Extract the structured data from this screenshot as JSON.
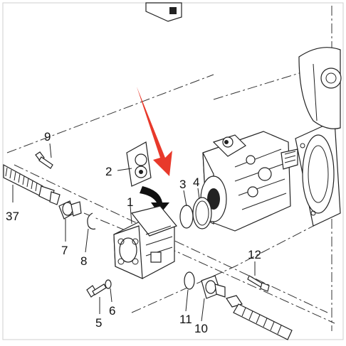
{
  "diagram": {
    "callouts": {
      "p1": "1",
      "p2": "2",
      "p3": "3",
      "p4": "4",
      "p5": "5",
      "p6": "6",
      "p7": "7",
      "p8": "8",
      "p9": "9",
      "p10": "10",
      "p11": "11",
      "p12": "12",
      "p37": "37"
    },
    "colors": {
      "line": "#222222",
      "highlight_arrow": "#e8392b",
      "flow_arrow": "#111111",
      "background": "#ffffff"
    }
  }
}
